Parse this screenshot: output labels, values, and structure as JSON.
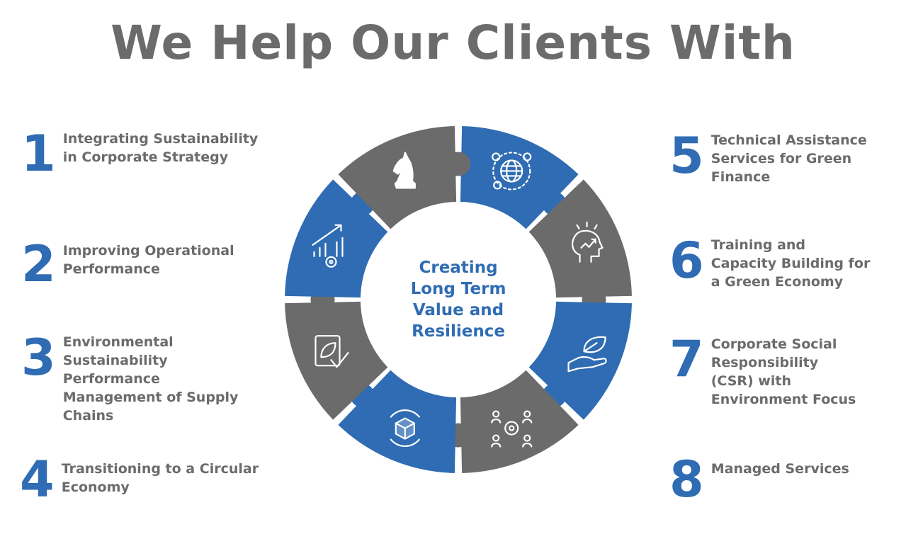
{
  "title": "We Help Our Clients With",
  "center": {
    "lines": [
      "Creating",
      "Long Term",
      "Value and",
      "Resilience"
    ]
  },
  "items": [
    {
      "num": "1",
      "text": "Integrating Sustainability\nin Corporate Strategy"
    },
    {
      "num": "2",
      "text": "Improving Operational\nPerformance"
    },
    {
      "num": "3",
      "text": "Environmental\nSustainability\nPerformance\nManagement of Supply\nChains"
    },
    {
      "num": "4",
      "text": "Transitioning to a Circular\nEconomy"
    },
    {
      "num": "5",
      "text": "Technical Assistance\nServices for Green\nFinance"
    },
    {
      "num": "6",
      "text": "Training and\nCapacity Building for\na Green Economy"
    },
    {
      "num": "7",
      "text": "Corporate Social\nResponsibility\n(CSR) with\nEnvironment Focus"
    },
    {
      "num": "8",
      "text": "Managed Services"
    }
  ],
  "segments": [
    {
      "icon": "globe-finance-icon",
      "color": "#2f6cb3"
    },
    {
      "icon": "head-growth-icon",
      "color": "#6b6b6b"
    },
    {
      "icon": "hand-leaf-icon",
      "color": "#2f6cb3"
    },
    {
      "icon": "team-gear-icon",
      "color": "#6b6b6b"
    },
    {
      "icon": "cube-cycle-icon",
      "color": "#2f6cb3"
    },
    {
      "icon": "leaf-check-icon",
      "color": "#6b6b6b"
    },
    {
      "icon": "growth-chart-gear-icon",
      "color": "#2f6cb3"
    },
    {
      "icon": "chess-knight-icon",
      "color": "#6b6b6b"
    }
  ],
  "colors": {
    "blue": "#2f6cb3",
    "gray": "#6b6b6b"
  }
}
